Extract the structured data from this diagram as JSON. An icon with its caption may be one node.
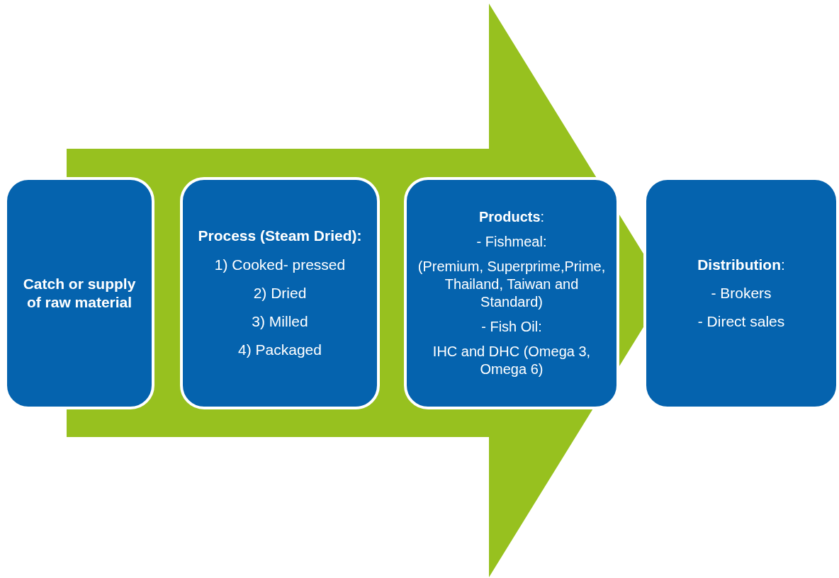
{
  "diagram": {
    "nodes": [
      {
        "text": [
          "Catch or supply of raw material"
        ]
      },
      {
        "text": [
          "Process (Steam Dried):",
          "1) Cooked- pressed",
          "2) Dried",
          "3) Milled",
          "4) Packaged"
        ]
      },
      {
        "text": [
          "**Products**:",
          "- Fishmeal:",
          "(Premium, Superprime,Prime, Thailand, Taiwan and Standard)",
          "- Fish Oil:",
          "IHC and DHC (Omega 3, Omega 6)"
        ]
      },
      {
        "text": [
          "**Distribution**:",
          "- Brokers",
          "- Direct sales"
        ]
      }
    ],
    "edges": [
      {
        "from": 0,
        "to": 3,
        "arrow": "to"
      }
    ]
  }
}
